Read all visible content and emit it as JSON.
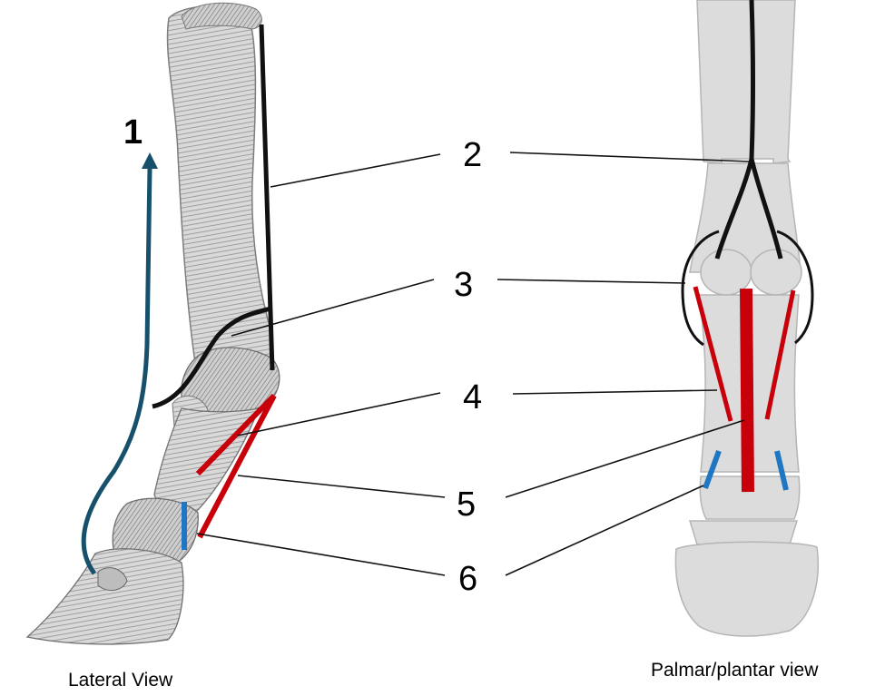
{
  "labels": {
    "n1": "1",
    "n2": "2",
    "n3": "3",
    "n4": "4",
    "n5": "5",
    "n6": "6",
    "lateral_view": "Lateral View",
    "palmar_view": "Palmar/plantar view"
  },
  "colors": {
    "black_structure": "#111111",
    "red_structure": "#c8000a",
    "blue_structure": "#1f76c2",
    "arrow": "#16506b",
    "bone_grey": "#dcdcdc",
    "bone_outline": "#b5b5b5",
    "sketch_grey": "#8a8a8a"
  }
}
